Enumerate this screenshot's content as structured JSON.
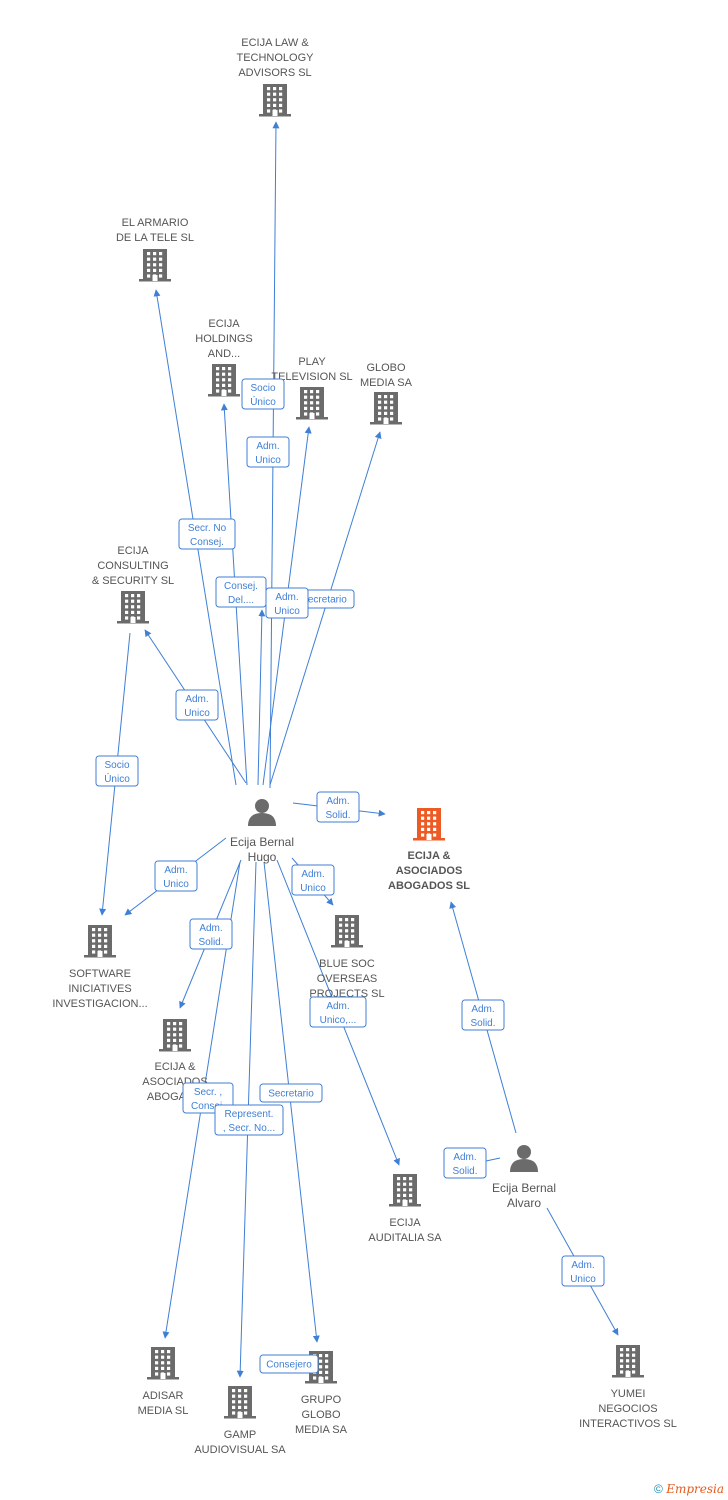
{
  "colors": {
    "edge": "#3f7fd6",
    "node": "#6b6b6b",
    "focus": "#ee5a24"
  },
  "nodes": [
    {
      "id": "lawtech",
      "type": "company",
      "label": [
        "ECIJA LAW &",
        "TECHNOLOGY",
        "ADVISORS  SL"
      ]
    },
    {
      "id": "armario",
      "type": "company",
      "label": [
        "EL ARMARIO",
        "DE LA TELE SL"
      ]
    },
    {
      "id": "holdings",
      "type": "company",
      "label": [
        "ECIJA",
        "HOLDINGS",
        "AND..."
      ]
    },
    {
      "id": "playtv",
      "type": "company",
      "label": [
        "PLAY",
        "TELEVISION SL"
      ]
    },
    {
      "id": "globo",
      "type": "company",
      "label": [
        "GLOBO",
        "MEDIA SA"
      ]
    },
    {
      "id": "consulting",
      "type": "company",
      "label": [
        "ECIJA",
        "CONSULTING",
        "& SECURITY SL"
      ]
    },
    {
      "id": "hugo",
      "type": "person",
      "label": [
        "Ecija Bernal",
        "Hugo"
      ]
    },
    {
      "id": "focus",
      "type": "focus",
      "label": [
        "ECIJA &",
        "ASOCIADOS",
        "ABOGADOS SL"
      ]
    },
    {
      "id": "software",
      "type": "company",
      "label": [
        "SOFTWARE",
        "INICIATIVES",
        "INVESTIGACION..."
      ]
    },
    {
      "id": "bluesoc",
      "type": "company",
      "label": [
        "BLUE SOC",
        "OVERSEAS",
        "PROJECTS SL"
      ]
    },
    {
      "id": "asoc2",
      "type": "company",
      "label": [
        "ECIJA &",
        "ASOCIADOS",
        "ABOGAD..."
      ]
    },
    {
      "id": "auditalia",
      "type": "company",
      "label": [
        "ECIJA",
        "AUDITALIA SA"
      ]
    },
    {
      "id": "alvaro",
      "type": "person",
      "label": [
        "Ecija Bernal",
        "Alvaro"
      ]
    },
    {
      "id": "adisar",
      "type": "company",
      "label": [
        "ADISAR",
        "MEDIA SL"
      ]
    },
    {
      "id": "gamp",
      "type": "company",
      "label": [
        "GAMP",
        "AUDIOVISUAL SA"
      ]
    },
    {
      "id": "grupoglobo",
      "type": "company",
      "label": [
        "GRUPO",
        "GLOBO",
        "MEDIA SA"
      ]
    },
    {
      "id": "yumei",
      "type": "company",
      "label": [
        "YUMEI",
        "NEGOCIOS",
        "INTERACTIVOS SL"
      ]
    }
  ],
  "edges": [
    {
      "from": "hugo",
      "to": "lawtech",
      "label": [
        "Socio",
        "Único"
      ]
    },
    {
      "from": "hugo",
      "to": "armario",
      "label": [
        "Secr.  No",
        "Consej."
      ]
    },
    {
      "from": "hugo",
      "to": "holdings",
      "label": [
        "Consej.",
        "Del...."
      ]
    },
    {
      "from": "hugo",
      "to": "playtv",
      "label": [
        "Adm.",
        "Unico"
      ]
    },
    {
      "from": "hugo",
      "to": "globo",
      "label": [
        "Secretario"
      ]
    },
    {
      "from": "hugo",
      "to": "holdings",
      "label": [
        "Adm.",
        "Unico"
      ]
    },
    {
      "from": "hugo",
      "to": "consulting",
      "label": [
        "Adm.",
        "Unico"
      ]
    },
    {
      "from": "consulting",
      "to": "software",
      "label": [
        "Socio",
        "Único"
      ]
    },
    {
      "from": "hugo",
      "to": "focus",
      "label": [
        "Adm.",
        "Solid."
      ]
    },
    {
      "from": "hugo",
      "to": "software",
      "label": [
        "Adm.",
        "Unico"
      ]
    },
    {
      "from": "hugo",
      "to": "bluesoc",
      "label": [
        "Adm.",
        "Unico"
      ]
    },
    {
      "from": "hugo",
      "to": "asoc2",
      "label": [
        "Adm.",
        "Solid."
      ]
    },
    {
      "from": "hugo",
      "to": "auditalia",
      "label": [
        "Adm.",
        "Unico,..."
      ]
    },
    {
      "from": "alvaro",
      "to": "focus",
      "label": [
        "Adm.",
        "Solid."
      ]
    },
    {
      "from": "alvaro",
      "to": "auditalia",
      "label": [
        "Adm.",
        "Solid."
      ]
    },
    {
      "from": "hugo",
      "to": "adisar",
      "label": [
        "Secr. ,",
        "Consej."
      ]
    },
    {
      "from": "hugo",
      "to": "gamp",
      "label": [
        "Represent.",
        ", Secr. No..."
      ]
    },
    {
      "from": "hugo",
      "to": "grupoglobo",
      "label": [
        "Secretario"
      ]
    },
    {
      "from": "grupoglobo",
      "to": "gamp",
      "label": [
        "Consejero"
      ]
    },
    {
      "from": "alvaro",
      "to": "yumei",
      "label": [
        "Adm.",
        "Unico"
      ]
    }
  ],
  "footer": {
    "copyright": "©",
    "brand": "Empresia"
  }
}
